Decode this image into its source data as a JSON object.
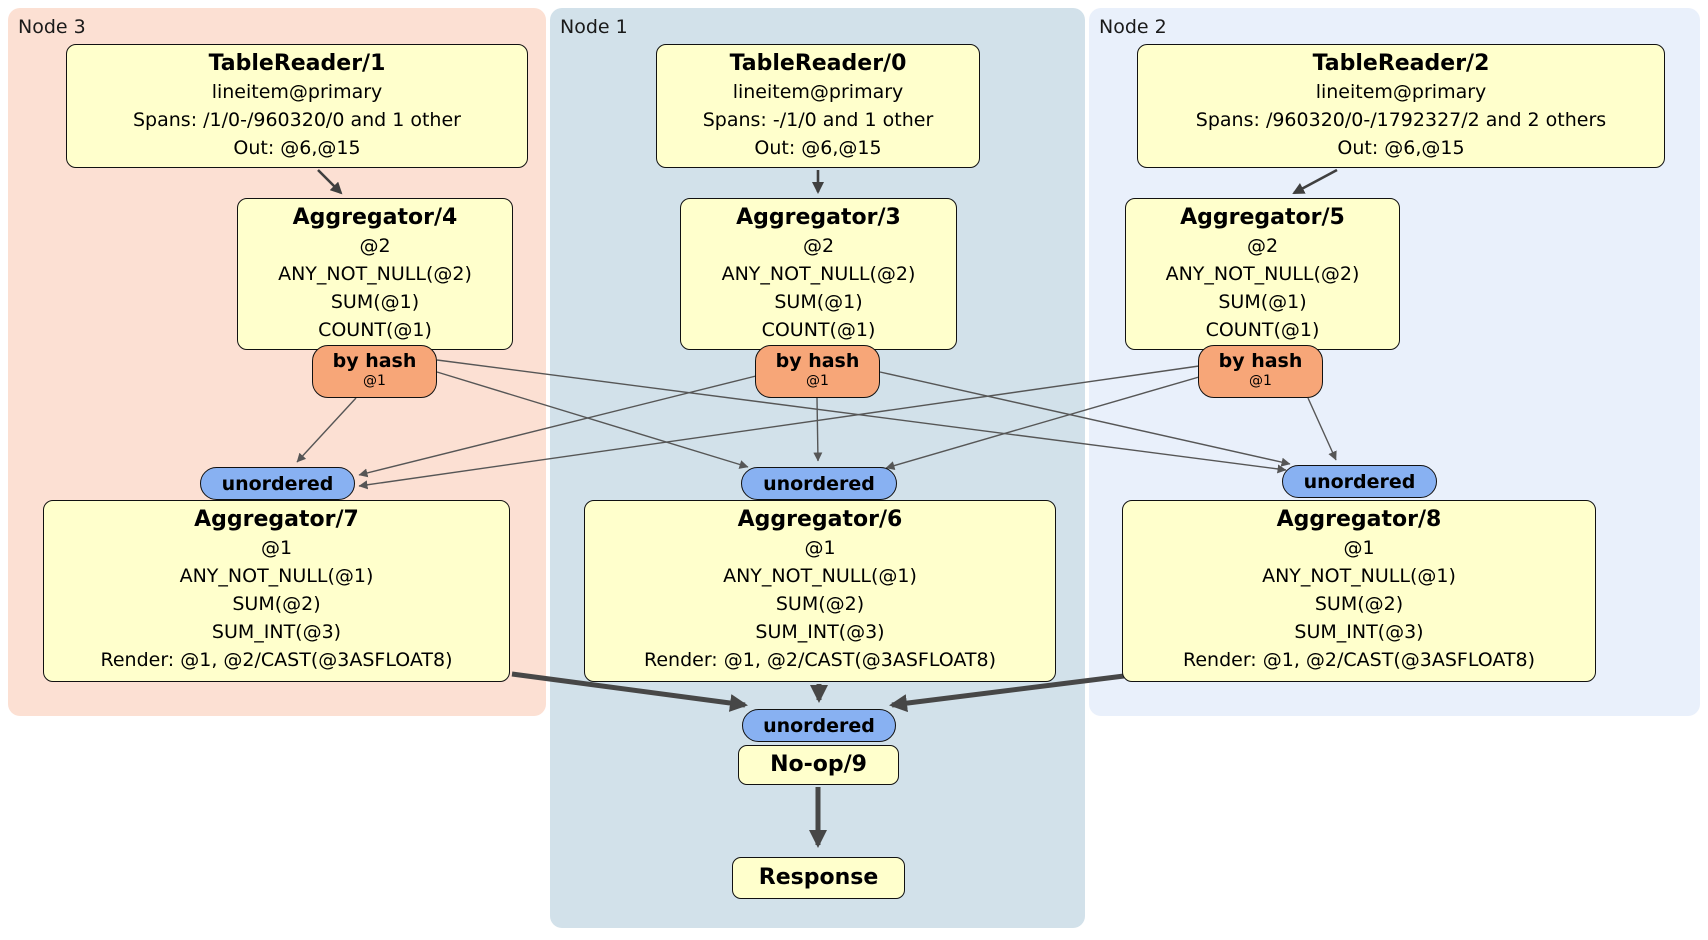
{
  "regions": {
    "node3": {
      "label": "Node 3"
    },
    "node1": {
      "label": "Node 1"
    },
    "node2": {
      "label": "Node 2"
    }
  },
  "processors": {
    "tr1": {
      "title": "TableReader/1",
      "lines": [
        "lineitem@primary",
        "Spans: /1/0-/960320/0 and 1 other",
        "Out: @6,@15"
      ]
    },
    "tr0": {
      "title": "TableReader/0",
      "lines": [
        "lineitem@primary",
        "Spans: -/1/0 and 1 other",
        "Out: @6,@15"
      ]
    },
    "tr2": {
      "title": "TableReader/2",
      "lines": [
        "lineitem@primary",
        "Spans: /960320/0-/1792327/2 and 2 others",
        "Out: @6,@15"
      ]
    },
    "agg4": {
      "title": "Aggregator/4",
      "lines": [
        "@2",
        "ANY_NOT_NULL(@2)",
        "SUM(@1)",
        "COUNT(@1)"
      ]
    },
    "agg3": {
      "title": "Aggregator/3",
      "lines": [
        "@2",
        "ANY_NOT_NULL(@2)",
        "SUM(@1)",
        "COUNT(@1)"
      ]
    },
    "agg5": {
      "title": "Aggregator/5",
      "lines": [
        "@2",
        "ANY_NOT_NULL(@2)",
        "SUM(@1)",
        "COUNT(@1)"
      ]
    },
    "agg7": {
      "title": "Aggregator/7",
      "lines": [
        "@1",
        "ANY_NOT_NULL(@1)",
        "SUM(@2)",
        "SUM_INT(@3)",
        "Render: @1, @2/CAST(@3ASFLOAT8)"
      ]
    },
    "agg6": {
      "title": "Aggregator/6",
      "lines": [
        "@1",
        "ANY_NOT_NULL(@1)",
        "SUM(@2)",
        "SUM_INT(@3)",
        "Render: @1, @2/CAST(@3ASFLOAT8)"
      ]
    },
    "agg8": {
      "title": "Aggregator/8",
      "lines": [
        "@1",
        "ANY_NOT_NULL(@1)",
        "SUM(@2)",
        "SUM_INT(@3)",
        "Render: @1, @2/CAST(@3ASFLOAT8)"
      ]
    },
    "noop": {
      "title": "No-op/9"
    },
    "response": {
      "title": "Response"
    }
  },
  "routers": {
    "byhash4": {
      "label": "by hash",
      "detail": "@1"
    },
    "byhash3": {
      "label": "by hash",
      "detail": "@1"
    },
    "byhash5": {
      "label": "by hash",
      "detail": "@1"
    }
  },
  "syncs": {
    "un7": {
      "label": "unordered"
    },
    "un6": {
      "label": "unordered"
    },
    "un8": {
      "label": "unordered"
    },
    "unfinal": {
      "label": "unordered"
    }
  },
  "colors": {
    "node3_bg": "#fce0d3",
    "node1_bg": "#d2e1ea",
    "node2_bg": "#e9f0fb",
    "processor_bg": "#ffffcc",
    "router_bg": "#f7a678",
    "sync_bg": "#88b1f2",
    "edge_thin": "#565656",
    "edge_thick": "#474747",
    "border": "#111111",
    "text": "#000000"
  }
}
